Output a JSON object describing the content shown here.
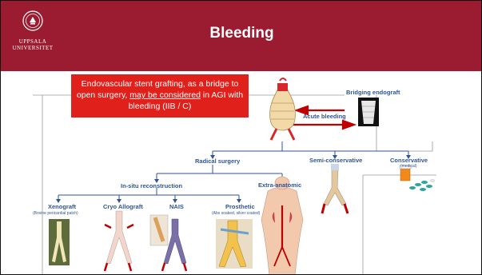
{
  "slide": {
    "title": "Bleeding",
    "logo": {
      "line1": "UPPSALA",
      "line2": "UNIVERSITET"
    }
  },
  "callout": {
    "part1": "Endovascular stent grafting, as a bridge to open surgery, ",
    "underlined": "may be considered",
    "part2": " in AGI with bleeding (IIB / C)"
  },
  "diagram": {
    "bridging_endograft": "Bridging endograft",
    "acute_bleeding": "Acute bleeding",
    "radical_surgery": "Radical surgery",
    "semi_conservative": "Semi-conservative",
    "conservative": "Conservative",
    "conservative_sub": "(medical)",
    "in_situ": "In-situ reconstruction",
    "extra_anatomic": "Extra-anatomic",
    "xenograft": "Xenograft",
    "xenograft_sub": "(Bovine pericardial patch)",
    "cryo": "Cryo Allograft",
    "nais": "NAIS",
    "prosthetic": "Prosthetic",
    "prosthetic_sub": "(Abx soaked, silver coated)"
  },
  "colors": {
    "header": "#9b1b30",
    "callout": "#e0201b",
    "tree_line": "#2f5597",
    "label": "#2f5597",
    "accent_red": "#c00000"
  }
}
